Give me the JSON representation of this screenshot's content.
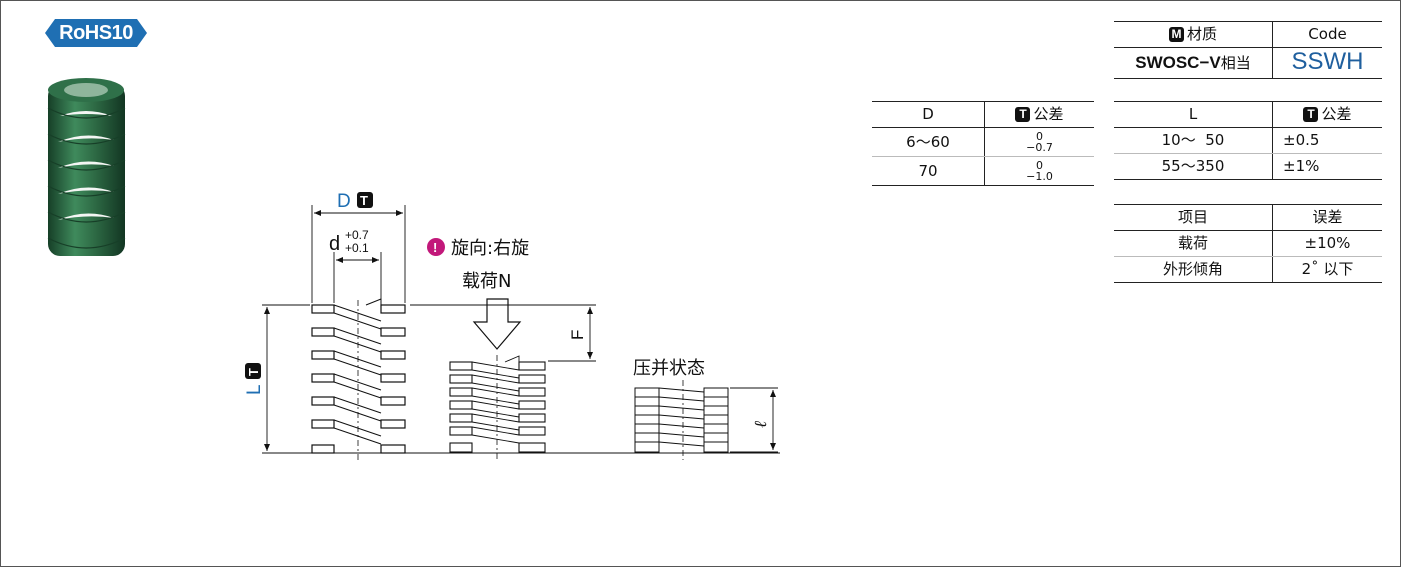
{
  "badge": "RoHS10",
  "drawing": {
    "d_label": "D",
    "d_tag": "T",
    "d_small_label": "d",
    "d_tol_upper": "+0.7",
    "d_tol_lower": "+0.1",
    "rotation_label": "旋向:右旋",
    "load_label": "载荷N",
    "f_label": "F",
    "l_label": "L",
    "l_tag": "T",
    "compressed_label": "压并状态",
    "ell_label": "ℓ"
  },
  "material_table": {
    "header_tag": "M",
    "header_material": "材质",
    "header_code": "Code",
    "material_main": "SWOSC−V",
    "material_suffix": "相当",
    "code": "SSWH"
  },
  "d_table": {
    "header_d": "D",
    "header_tag": "T",
    "header_tol": "公差",
    "rows": [
      {
        "range": "6〜60",
        "tol_upper": "0",
        "tol_lower": "−0.7"
      },
      {
        "range": "70",
        "tol_upper": "0",
        "tol_lower": "−1.0"
      }
    ]
  },
  "l_table": {
    "header_l": "L",
    "header_tag": "T",
    "header_tol": "公差",
    "rows": [
      {
        "range": "10〜  50",
        "tol": "±0.5"
      },
      {
        "range": "55〜350",
        "tol": "±1%"
      }
    ]
  },
  "error_table": {
    "header_item": "项目",
    "header_error": "误差",
    "rows": [
      {
        "item": "载荷",
        "error": "±10%"
      },
      {
        "item": "外形倾角",
        "error": "2˚ 以下"
      }
    ]
  },
  "colors": {
    "accent_blue": "#1f6fb3",
    "spring_green": "#2e6b45",
    "warning_magenta": "#c2187a"
  }
}
